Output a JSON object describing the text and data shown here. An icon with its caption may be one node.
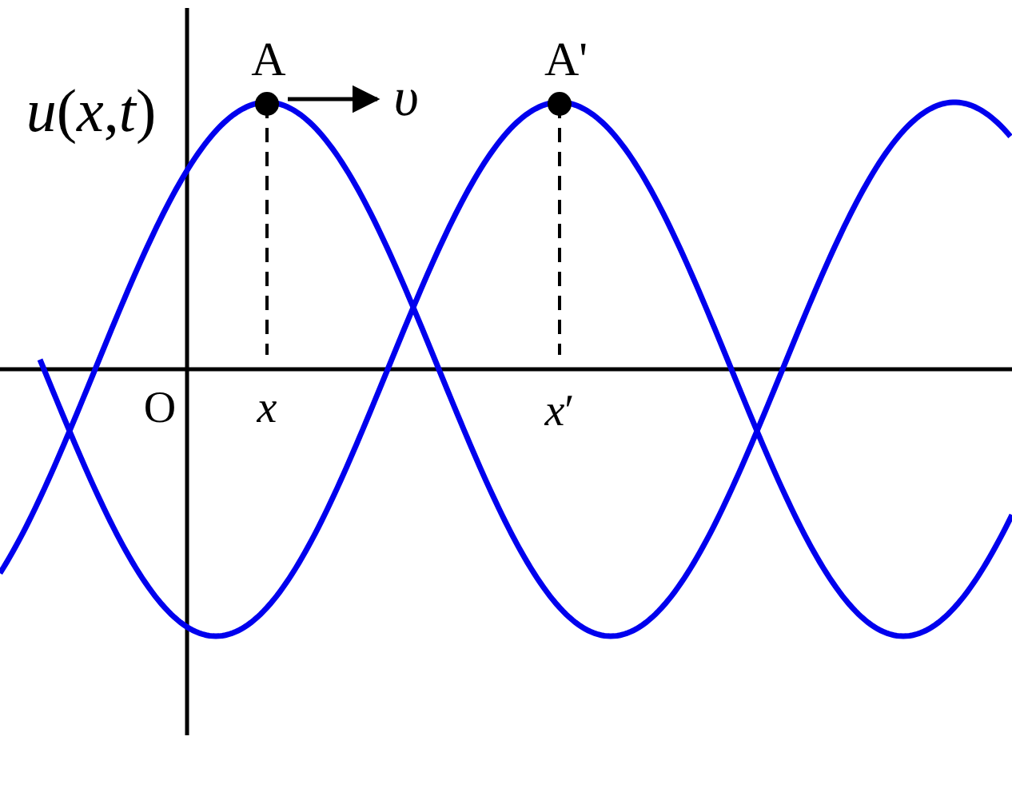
{
  "diagram": {
    "labels": [
      "A",
      "A'",
      "*u*(*x*,*t*)",
      "υ",
      "O",
      "*x*",
      "*x*′"
    ]
  }
}
